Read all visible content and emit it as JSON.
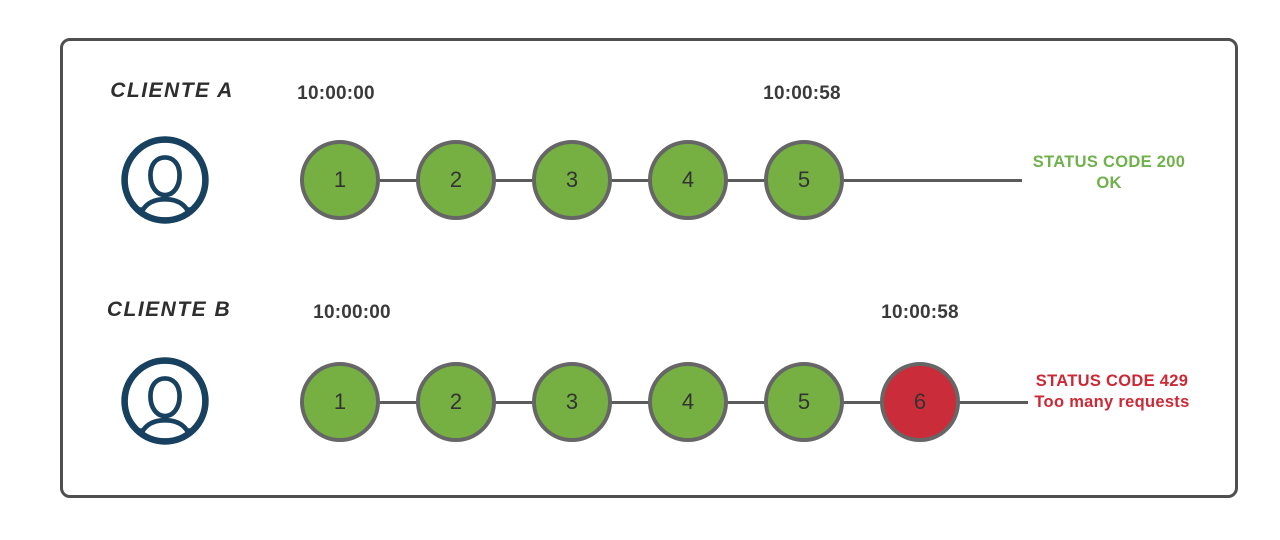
{
  "colors": {
    "allowed_green": "#76b043",
    "blocked_red": "#cb2c39",
    "status_ok_text": "#6fb14a",
    "status_error_text": "#cc2936",
    "user_icon_blue": "#17415f",
    "circle_border_gray": "#666666",
    "track_line_gray": "#5b5b5b",
    "frame_border_gray": "#4f4f4f",
    "timestamp_text": "#3a3a3a"
  },
  "diagram": {
    "rows": [
      {
        "client": "CLIENTE A",
        "icon": "user-icon",
        "start_time": "10:00:00",
        "end_time": "10:00:58",
        "requests": [
          {
            "label": "1",
            "result": "allowed"
          },
          {
            "label": "2",
            "result": "allowed"
          },
          {
            "label": "3",
            "result": "allowed"
          },
          {
            "label": "4",
            "result": "allowed"
          },
          {
            "label": "5",
            "result": "allowed"
          }
        ],
        "status": {
          "line1": "STATUS CODE 200",
          "line2": "OK"
        }
      },
      {
        "client": "CLIENTE B",
        "icon": "user-icon",
        "start_time": "10:00:00",
        "end_time": "10:00:58",
        "requests": [
          {
            "label": "1",
            "result": "allowed"
          },
          {
            "label": "2",
            "result": "allowed"
          },
          {
            "label": "3",
            "result": "allowed"
          },
          {
            "label": "4",
            "result": "allowed"
          },
          {
            "label": "5",
            "result": "allowed"
          },
          {
            "label": "6",
            "result": "blocked"
          }
        ],
        "status": {
          "line1": "STATUS CODE 429",
          "line2": "Too many requests"
        }
      }
    ]
  }
}
